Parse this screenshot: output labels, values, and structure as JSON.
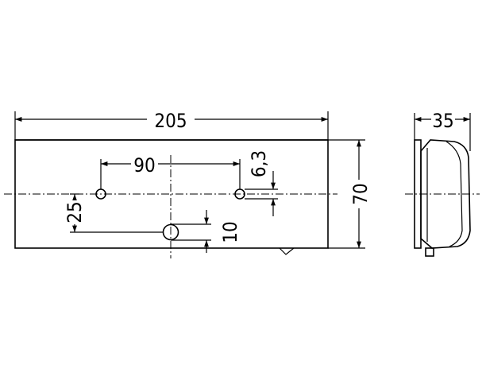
{
  "dimensions": {
    "overall_width": "205",
    "height": "70",
    "hole_spacing": "90",
    "offset_small": "6,3",
    "offset_vertical": "25",
    "center_hole": "10",
    "depth": "35"
  }
}
